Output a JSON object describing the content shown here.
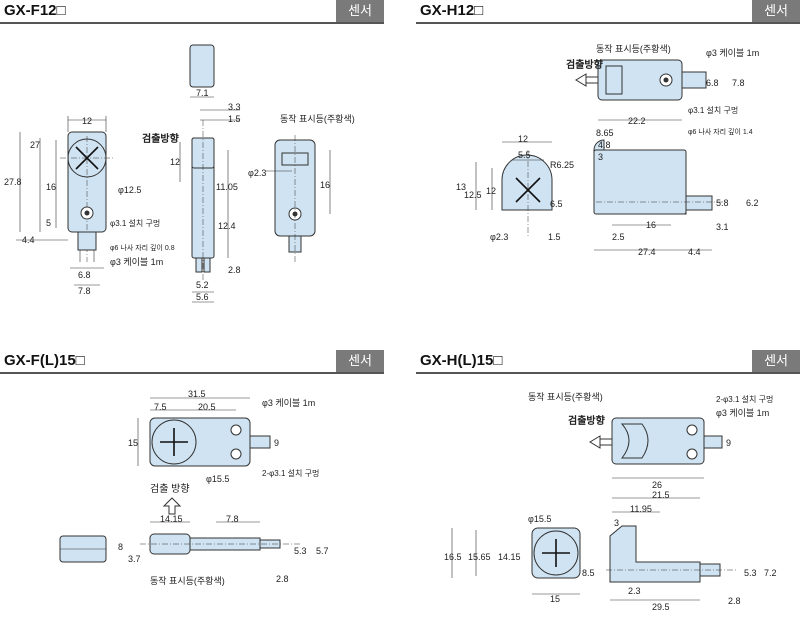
{
  "panels": {
    "f12": {
      "title": "GX-F12□",
      "tag": "센서",
      "dims": {
        "d12": "12",
        "d27": "27",
        "d278": "27.8",
        "d16": "16",
        "d5": "5",
        "d44": "4.4",
        "d68": "6.8",
        "d78": "7.8",
        "d71": "7.1",
        "d33": "3.3",
        "d15": "1.5",
        "d12b": "12",
        "d1105": "11.05",
        "d124": "12.4",
        "d28": "2.8",
        "d52": "5.2",
        "d56": "5.6",
        "d23": "φ2.3",
        "d16b": "16"
      },
      "labels": {
        "dir": "검출방향",
        "indicator": "동작 표시등(주황색)",
        "lens": "φ12.5",
        "hole": "φ3.1 설치 구멍",
        "thread": "φ6 나사 자리 깊이 0.8",
        "cable": "φ3 케이블 1m"
      }
    },
    "h12": {
      "title": "GX-H12□",
      "tag": "센서",
      "dims": {
        "d222": "22.2",
        "d12": "12",
        "d55": "5.5",
        "d865": "8.65",
        "d48": "4.8",
        "d3": "3",
        "r625": "R6.25",
        "d13": "13",
        "d125": "12.5",
        "d12b": "12",
        "d65": "6.5",
        "d15": "1.5",
        "d23": "φ2.3",
        "d16": "16",
        "d25": "2.5",
        "d274": "27.4",
        "d44": "4.4",
        "d68": "6.8",
        "d78": "7.8",
        "d58": "5.8",
        "d62": "6.2",
        "d31": "3.1"
      },
      "labels": {
        "dir": "검출방향",
        "indicator": "동작 표시등(주황색)",
        "cable": "φ3 케이블 1m",
        "hole": "φ3.1 설치 구멍",
        "thread": "φ6 나사 자리 깊이 1.4"
      }
    },
    "fl15": {
      "title": "GX-F(L)15□",
      "tag": "센서",
      "dims": {
        "d315": "31.5",
        "d75": "7.5",
        "d205": "20.5",
        "d15": "15",
        "d9": "9",
        "lens": "φ15.5",
        "d1415": "14.15",
        "d78": "7.8",
        "d8": "8",
        "d37": "3.7",
        "d53": "5.3",
        "d57": "5.7",
        "d28": "2.8"
      },
      "labels": {
        "dir": "검출 방향",
        "cable": "φ3 케이블 1m",
        "holes": "2-φ3.1 설치 구멍",
        "indicator": "동작 표시등(주황색)"
      }
    },
    "hl15": {
      "title": "GX-H(L)15□",
      "tag": "센서",
      "dims": {
        "d26": "26",
        "d9": "9",
        "d215": "21.5",
        "d1195": "11.95",
        "d3": "3",
        "lens": "φ15.5",
        "d165": "16.5",
        "d1565": "15.65",
        "d1415": "14.15",
        "d85": "8.5",
        "d15": "15",
        "d23": "2.3",
        "d295": "29.5",
        "d28": "2.8",
        "d53": "5.3",
        "d72": "7.2"
      },
      "labels": {
        "dir": "검출방향",
        "indicator": "동작 표시등(주황색)",
        "holes": "2-φ3.1 설치 구멍",
        "cable": "φ3 케이블 1m"
      }
    }
  }
}
